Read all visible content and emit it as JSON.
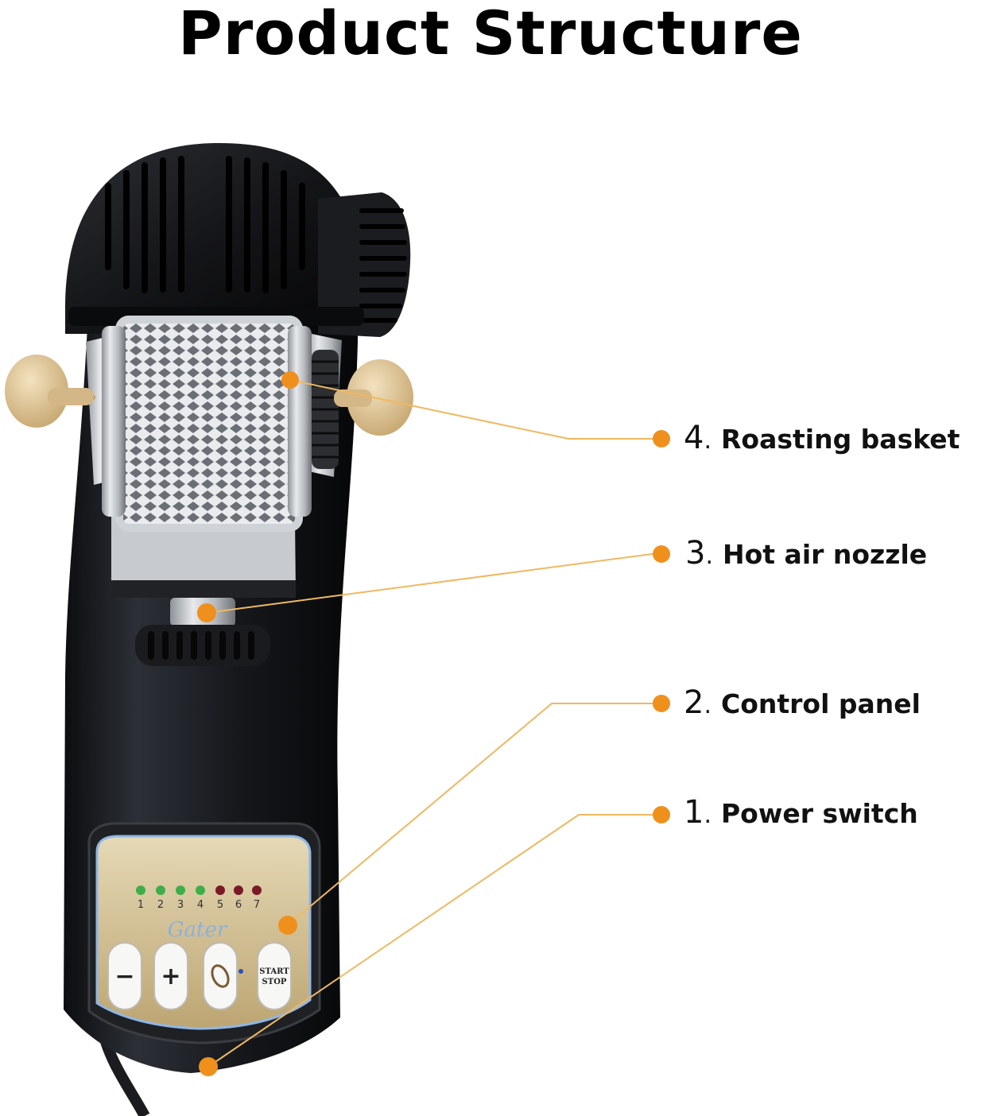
{
  "title": "Product Structure",
  "colors": {
    "accent": "#f0901c",
    "line": "#f0b860"
  },
  "device": {
    "brand": "Gater",
    "led_numbers": [
      "1",
      "2",
      "3",
      "4",
      "5",
      "6",
      "7"
    ],
    "led_colors": [
      "#3fae49",
      "#3fae49",
      "#3fae49",
      "#3fae49",
      "#7a1a26",
      "#7a1a26",
      "#7a1a26"
    ],
    "buttons": {
      "minus": "−",
      "plus": "+",
      "start_line1": "START",
      "start_line2": "STOP"
    }
  },
  "callouts": [
    {
      "number": "4",
      "label": "Roasting basket"
    },
    {
      "number": "3",
      "label": "Hot air nozzle"
    },
    {
      "number": "2",
      "label": "Control panel"
    },
    {
      "number": "1",
      "label": "Power switch"
    }
  ]
}
